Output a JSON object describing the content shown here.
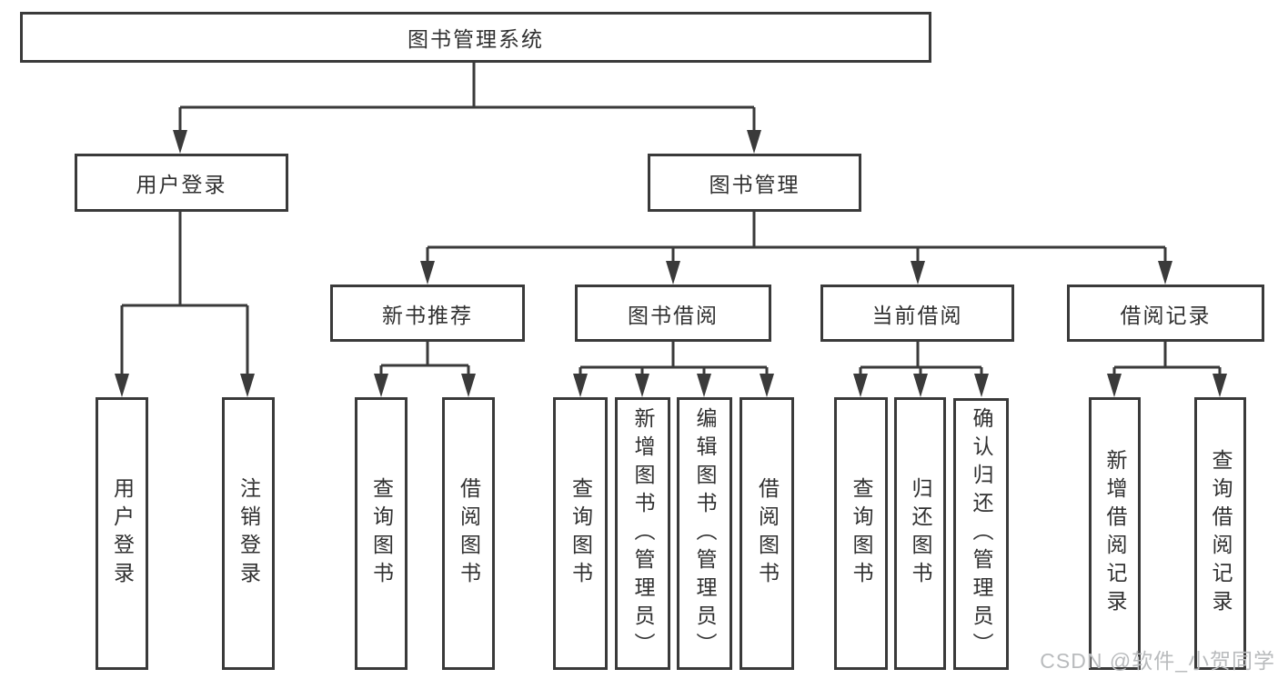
{
  "diagram": {
    "root": {
      "label": "图书管理系统"
    },
    "level2": [
      {
        "label": "用户登录",
        "children": [
          {
            "label": "用户登录"
          },
          {
            "label": "注销登录"
          }
        ]
      },
      {
        "label": "图书管理",
        "sections": [
          {
            "label": "新书推荐",
            "children": [
              {
                "label": "查询图书"
              },
              {
                "label": "借阅图书"
              }
            ]
          },
          {
            "label": "图书借阅",
            "children": [
              {
                "label": "查询图书"
              },
              {
                "label": "新增图书（管理员）"
              },
              {
                "label": "编辑图书（管理员）"
              },
              {
                "label": "借阅图书"
              }
            ]
          },
          {
            "label": "当前借阅",
            "children": [
              {
                "label": "查询图书"
              },
              {
                "label": "归还图书"
              },
              {
                "label": "确认归还（管理员）"
              }
            ]
          },
          {
            "label": "借阅记录",
            "children": [
              {
                "label": "新增借阅记录"
              },
              {
                "label": "查询借阅记录"
              }
            ]
          }
        ]
      }
    ],
    "colors": {
      "line": "#3a3a3a",
      "text": "#303030",
      "background": "#ffffff",
      "watermark": "#b9bbbd"
    }
  },
  "watermark": {
    "text": "CSDN @软件_小贺同学"
  }
}
